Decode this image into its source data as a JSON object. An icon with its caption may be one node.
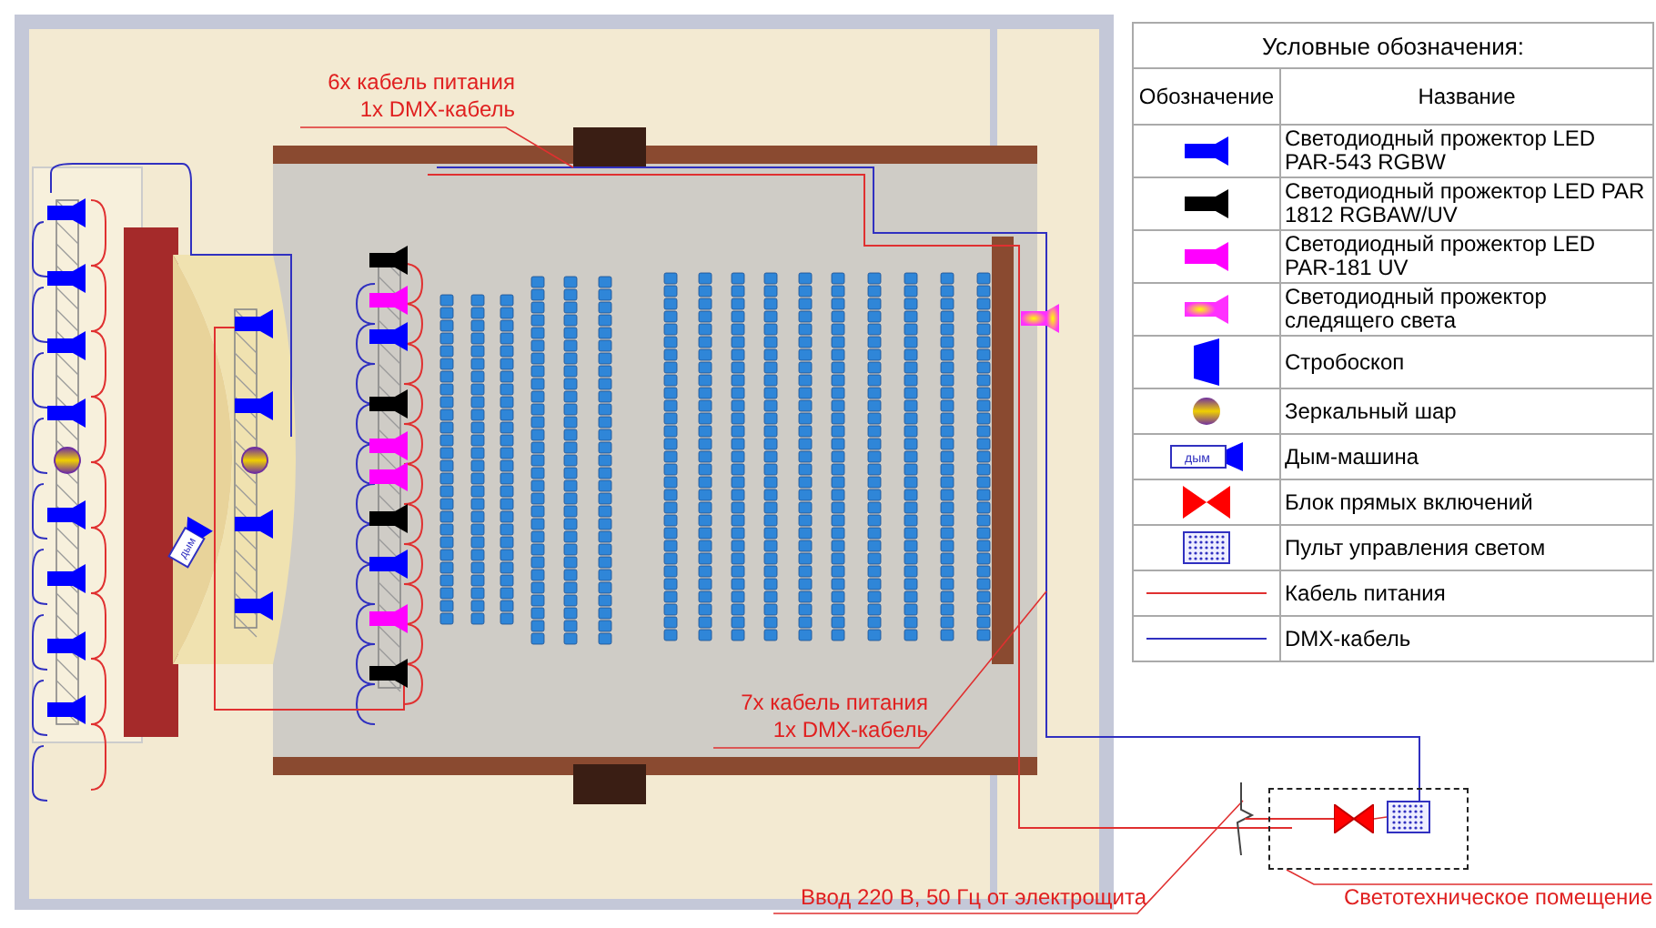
{
  "diagram": {
    "nodes": [
      {
        "text": [
          "6x кабель питания 1x DMX-кабель"
        ]
      },
      {
        "text": [
          "7x кабель питания 1x DMX-кабель"
        ]
      },
      {
        "text": [
          "Ввод 220 В, 50 Гц от электрощита"
        ]
      },
      {
        "text": [
          "Светотехническое помещение"
        ]
      },
      {
        "text": [],
        "shape": "box"
      },
      {
        "text": [],
        "shape": "bowtie",
        "in": 4
      },
      {
        "text": [],
        "shape": "box",
        "in": 4
      }
    ],
    "edges": [
      {
        "from": 0,
        "to": null,
        "arrow": "none"
      },
      {
        "from": 1,
        "to": null,
        "arrow": "none"
      },
      {
        "from": 2,
        "to": null,
        "arrow": "none"
      },
      {
        "from": 3,
        "to": 4,
        "arrow": "none"
      },
      {
        "from": 5,
        "to": 6,
        "arrow": "none"
      }
    ],
    "labels": [
      "Условные обозначения:",
      "Обозначение",
      "Название",
      "дым",
      "дым"
    ],
    "legend": [
      {
        "text": "Светодиодный прожектор LED PAR-543 RGBW"
      },
      {
        "text": "Светодиодный прожектор LED PAR 1812 RGBAW/UV"
      },
      {
        "text": "Светодиодный прожектор LED PAR-181 UV"
      },
      {
        "text": "Светодиодный прожектор следящего света"
      },
      {
        "text": "Стробоскоп"
      },
      {
        "text": "Зеркальный шар"
      },
      {
        "text": "Дым-машина"
      },
      {
        "text": "Блок прямых включений"
      },
      {
        "text": "Пульт управления светом"
      },
      {
        "text": "Кабель питания"
      },
      {
        "text": "DMX-кабель"
      }
    ]
  }
}
